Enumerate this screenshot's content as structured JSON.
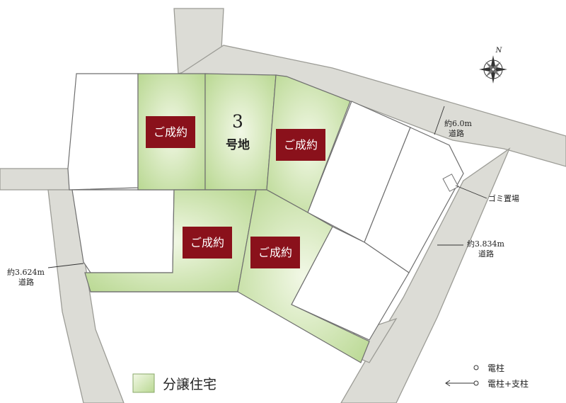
{
  "compass": {
    "north_label": "N"
  },
  "lots": {
    "lot3": {
      "number": "3",
      "label": "号地"
    },
    "sold_label": "ご成約"
  },
  "roads": {
    "north": {
      "width": "約6.0m",
      "label": "道路"
    },
    "west": {
      "width": "約3.624m",
      "label": "道路"
    },
    "east": {
      "width": "約3.834m",
      "label": "道路"
    }
  },
  "garbage_label": "ゴミ置場",
  "legend": {
    "subdivision": "分譲住宅",
    "pole": "電柱",
    "pole_with_support": "電柱+支柱"
  },
  "colors": {
    "green_light": "#f2f8e6",
    "green_dark": "#b9d892",
    "sold_red": "#8a111b",
    "road_gray": "#dcdcd6"
  }
}
